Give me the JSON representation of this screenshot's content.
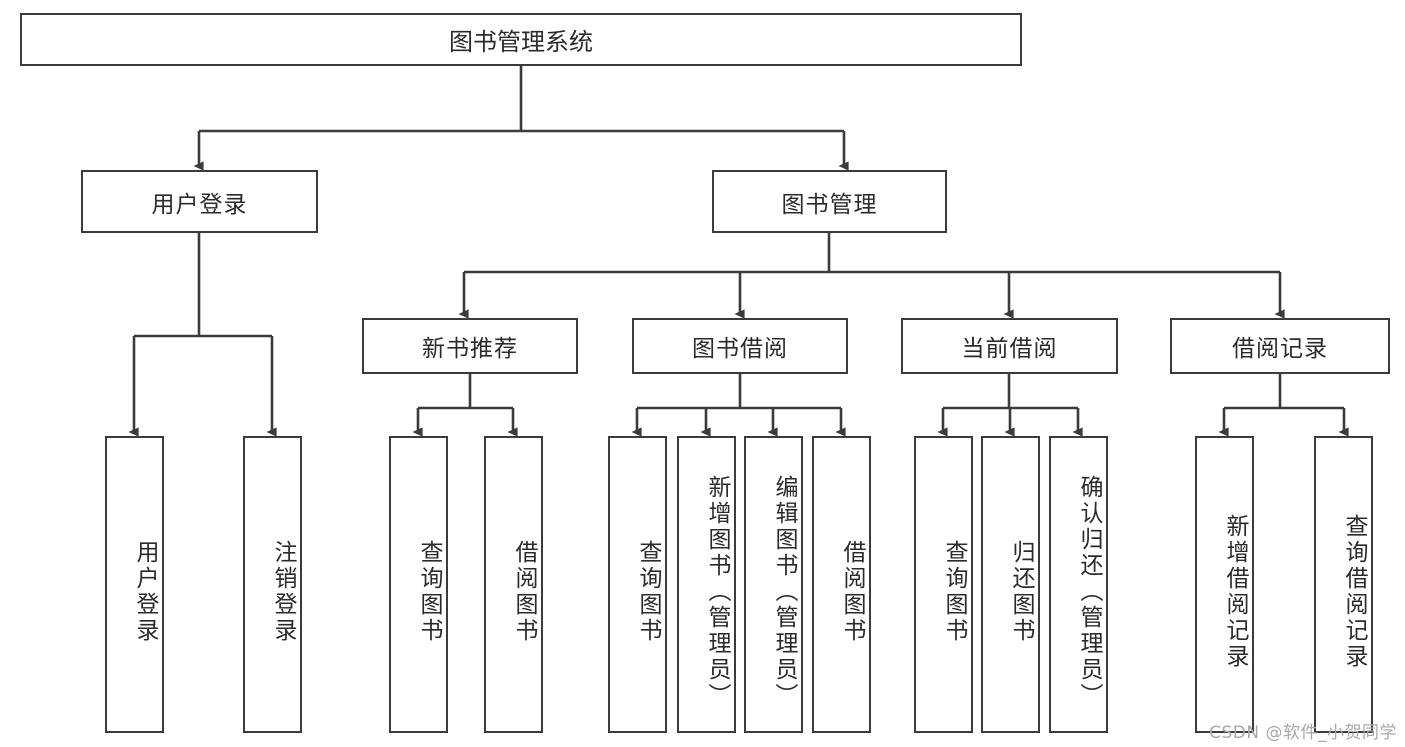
{
  "diagram": {
    "title": "图书管理系统",
    "root": {
      "label": "图书管理系统"
    },
    "level1": [
      {
        "label": "用户登录"
      },
      {
        "label": "图书管理"
      }
    ],
    "level2": [
      {
        "label": "新书推荐"
      },
      {
        "label": "图书借阅"
      },
      {
        "label": "当前借阅"
      },
      {
        "label": "借阅记录"
      }
    ],
    "leaves": [
      {
        "label": "用户登录"
      },
      {
        "label": "注销登录"
      },
      {
        "label": "查询图书"
      },
      {
        "label": "借阅图书"
      },
      {
        "label": "查询图书"
      },
      {
        "label": "新增图书（管理员）"
      },
      {
        "label": "编辑图书（管理员）"
      },
      {
        "label": "借阅图书"
      },
      {
        "label": "查询图书"
      },
      {
        "label": "归还图书"
      },
      {
        "label": "确认归还（管理员）"
      },
      {
        "label": "新增借阅记录"
      },
      {
        "label": "查询借阅记录"
      }
    ],
    "watermark": "CSDN @软件_小贺同学",
    "colors": {
      "stroke": "#3b3b3b",
      "text": "#2b2b2b",
      "background": "#ffffff",
      "watermark": "#a8a8a8"
    }
  }
}
